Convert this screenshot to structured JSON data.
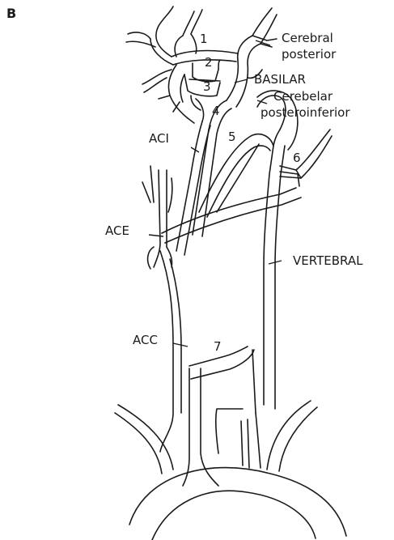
{
  "panel_letter": "B",
  "labels": {
    "cerebral_posterior": [
      "Cerebral",
      "posterior"
    ],
    "basilar": "BASILAR",
    "cerebelar_posteroinferior": [
      "Cerebelar",
      "posteroinferior"
    ],
    "aci": "ACI",
    "ace": "ACE",
    "vertebral": "VERTEBRAL",
    "acc": "ACC"
  },
  "numbers": [
    "1",
    "2",
    "3",
    "4",
    "5",
    "6",
    "7"
  ]
}
